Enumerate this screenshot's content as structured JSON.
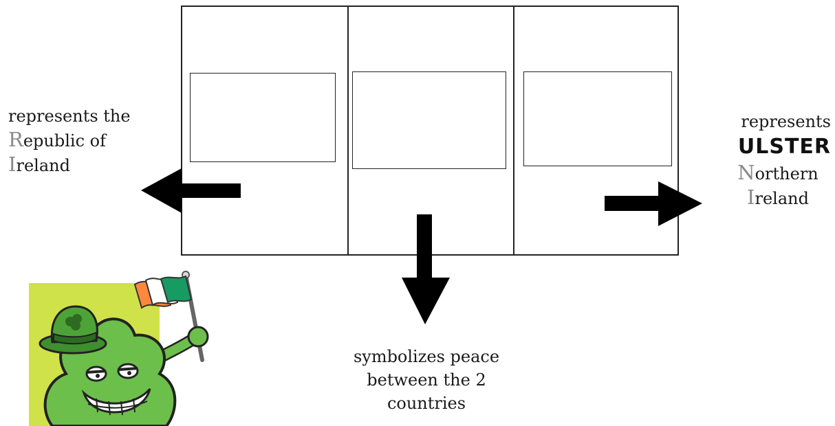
{
  "diagram": {
    "sections": [
      {
        "id": "left",
        "color_answer": ""
      },
      {
        "id": "middle",
        "color_answer": ""
      },
      {
        "id": "right",
        "color_answer": ""
      }
    ]
  },
  "labels": {
    "left": {
      "line1": "represents the",
      "line2_initial": "R",
      "line2_rest": "epublic of",
      "line3_initial": "I",
      "line3_rest": "reland"
    },
    "right": {
      "line1": "represents",
      "line2": "ULSTER",
      "line3_initial": "N",
      "line3_rest": "orthern",
      "line4_initial": "I",
      "line4_rest": "reland"
    },
    "bottom": {
      "line1": "symbolizes peace",
      "line2": "between the 2",
      "line3": "countries"
    }
  },
  "colors": {
    "flag_green": "#169b62",
    "flag_white": "#ffffff",
    "flag_orange": "#ff883e",
    "shamrock": "#6dbf4b",
    "background_square": "#cfe24a"
  },
  "icons": [
    "arrow-left-icon",
    "arrow-right-icon",
    "arrow-down-icon",
    "shamrock-leprechaun-illustration"
  ]
}
